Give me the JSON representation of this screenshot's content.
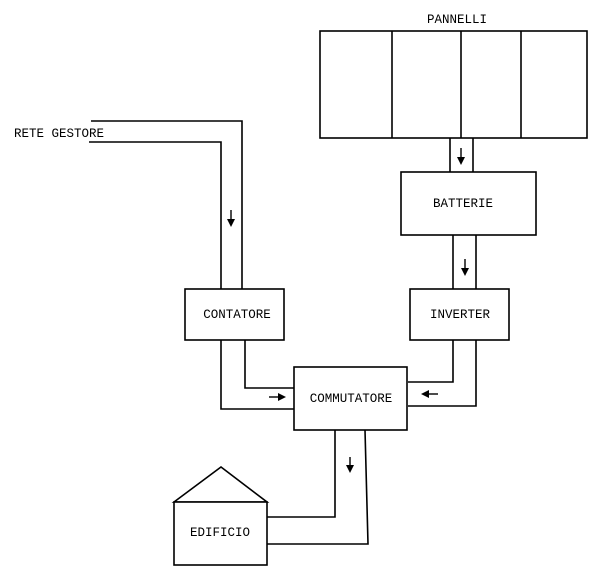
{
  "diagram": {
    "type": "block-flow",
    "nodes": {
      "pannelli": {
        "label": "PANNELLI",
        "cells": 4
      },
      "batterie": {
        "label": "BATTERIE"
      },
      "inverter": {
        "label": "INVERTER"
      },
      "rete_gestore": {
        "label": "RETE GESTORE"
      },
      "contatore": {
        "label": "CONTATORE"
      },
      "commutatore": {
        "label": "COMMUTATORE"
      },
      "edificio": {
        "label": "EDIFICIO"
      }
    },
    "edges": [
      {
        "from": "PANNELLI",
        "to": "BATTERIE",
        "direction": "down"
      },
      {
        "from": "BATTERIE",
        "to": "INVERTER",
        "direction": "down"
      },
      {
        "from": "RETE GESTORE",
        "to": "CONTATORE",
        "direction": "down"
      },
      {
        "from": "CONTATORE",
        "to": "COMMUTATORE",
        "direction": "right"
      },
      {
        "from": "INVERTER",
        "to": "COMMUTATORE",
        "direction": "left"
      },
      {
        "from": "COMMUTATORE",
        "to": "EDIFICIO",
        "direction": "down"
      }
    ]
  }
}
